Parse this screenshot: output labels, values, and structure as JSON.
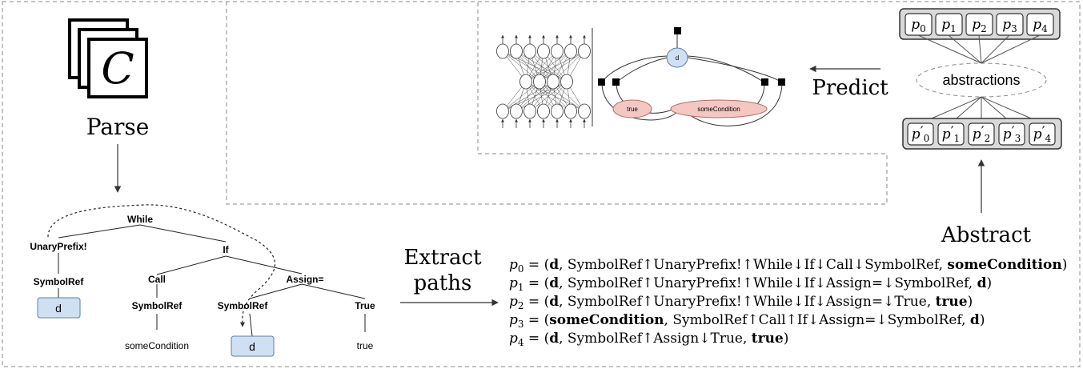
{
  "source_glyph": "C",
  "labels": {
    "parse": "Parse",
    "extract_line1": "Extract",
    "extract_line2": "paths",
    "predict": "Predict",
    "abstract": "Abstract",
    "abstractions": "abstractions"
  },
  "ast": {
    "while": "While",
    "unary": "UnaryPrefix!",
    "if": "If",
    "symbolref_left": "SymbolRef",
    "call": "Call",
    "assign": "Assign=",
    "symbolref_call": "SymbolRef",
    "symbolref_assign": "SymbolRef",
    "true_node": "True",
    "d_left": "d",
    "some_condition": "someCondition",
    "d_right": "d",
    "true_leaf": "true"
  },
  "paths": [
    {
      "var": "p",
      "sub": "0",
      "eq": " = (",
      "start": "d",
      "body": ", SymbolRef↑UnaryPrefix!↑While↓If↓Call↓SymbolRef, ",
      "end": "someCondition",
      "close": ")"
    },
    {
      "var": "p",
      "sub": "1",
      "eq": " = (",
      "start": "d",
      "body": ", SymbolRef↑UnaryPrefix!↑While↓If↓Assign=↓SymbolRef, ",
      "end": "d",
      "close": ")"
    },
    {
      "var": "p",
      "sub": "2",
      "eq": " = (",
      "start": "d",
      "body": ", SymbolRef↑UnaryPrefix!↑While↓If↓Assign=↓True, ",
      "end": "true",
      "close": ")"
    },
    {
      "var": "p",
      "sub": "3",
      "eq": " = (",
      "start": "someCondition",
      "body": ", SymbolRef↑Call↑If↓Assign=↓SymbolRef, ",
      "end": "d",
      "close": ")"
    },
    {
      "var": "p",
      "sub": "4",
      "eq": " = (",
      "start": "d",
      "body": ", SymbolRef↑Assign↓True, ",
      "end": "true",
      "close": ")"
    }
  ],
  "top_paths": [
    {
      "var": "p",
      "sub": "0"
    },
    {
      "var": "p",
      "sub": "1"
    },
    {
      "var": "p",
      "sub": "2"
    },
    {
      "var": "p",
      "sub": "3"
    },
    {
      "var": "p",
      "sub": "4"
    }
  ],
  "bottom_paths": [
    {
      "var": "p",
      "prime": "′",
      "sub": "0"
    },
    {
      "var": "p",
      "prime": "′",
      "sub": "1"
    },
    {
      "var": "p",
      "prime": "′",
      "sub": "2"
    },
    {
      "var": "p",
      "prime": "′",
      "sub": "3"
    },
    {
      "var": "p",
      "prime": "′",
      "sub": "4"
    }
  ],
  "crf": {
    "center": "d",
    "left": "true",
    "right": "someCondition"
  },
  "colors": {
    "node_blue": "#cfe0f3",
    "node_blue_border": "#5b7fa8",
    "node_pink": "#f4c7c3",
    "node_pink_border": "#b56b66",
    "box_gray": "#d9d9d9",
    "line": "#333333",
    "dash": "#777777"
  }
}
